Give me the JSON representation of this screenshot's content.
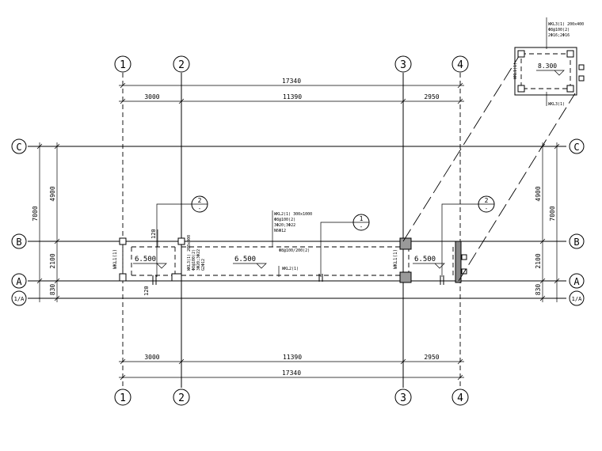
{
  "grid": {
    "columns": [
      "1",
      "2",
      "3",
      "4"
    ],
    "rows": [
      "C",
      "B",
      "A",
      "1/A"
    ]
  },
  "dimensions": {
    "top_total": "17340",
    "top_spans": [
      "3000",
      "11390",
      "2950"
    ],
    "bottom_spans": [
      "3000",
      "11390",
      "2950"
    ],
    "bottom_total": "17340",
    "left_total": "7000",
    "left_upper": "4900",
    "left_lower": "2100",
    "left_bottom": "830",
    "right_total": "7000",
    "right_upper": "4900",
    "right_lower": "2100",
    "right_bottom": "830",
    "small_120_top": "120",
    "small_120_bottom": "120"
  },
  "levels": {
    "left": "6.500",
    "middle": "6.500",
    "right": "6.500",
    "detail": "8.300"
  },
  "beam_labels": {
    "wkl1_left": "WKL1(1)",
    "wkl1_right": "WKL1(1)",
    "wkl3_lines": [
      "WKL3(1) 200x400",
      "Φ8@100(2)",
      "3Φ20;3Φ22",
      "G2Φ12"
    ],
    "wkl2_lines": [
      "WKL2(1) 300x1000",
      "Φ8@100(2)",
      "3Φ20;3Φ22",
      "N6Φ12"
    ],
    "wkl2_mid": "Φ8@100/200(2)",
    "wkl2_bottom": "WKL2(1)",
    "detail_top_lines": [
      "WKL3(1) 200x400",
      "Φ8@100(2)",
      "2Φ16;2Φ16"
    ],
    "detail_left": "WKL1(1)",
    "detail_bottom": "WKL3(1)"
  },
  "sections": {
    "left_num": "2",
    "mid_num": "1",
    "right_num": "2",
    "sub": "-"
  }
}
